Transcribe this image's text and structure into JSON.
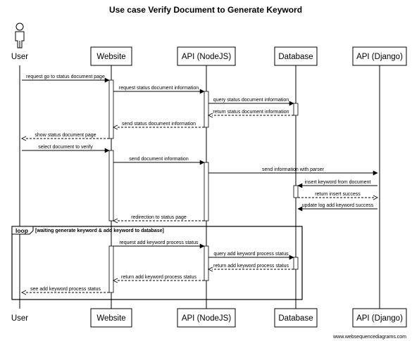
{
  "title": "Use case Verify Document to Generate Keyword",
  "watermark": "www.websequencediagrams.com",
  "participants": [
    {
      "id": "user",
      "label": "User",
      "kind": "actor"
    },
    {
      "id": "website",
      "label": "Website",
      "kind": "box"
    },
    {
      "id": "api_node",
      "label": "API (NodeJS)",
      "kind": "box"
    },
    {
      "id": "database",
      "label": "Database",
      "kind": "box"
    },
    {
      "id": "api_django",
      "label": "API (Django)",
      "kind": "box"
    }
  ],
  "messages": [
    {
      "from": "user",
      "to": "website",
      "label": "request go to status document page",
      "style": "solid"
    },
    {
      "from": "website",
      "to": "api_node",
      "label": "request status document information",
      "style": "solid"
    },
    {
      "from": "api_node",
      "to": "database",
      "label": "query status document information",
      "style": "solid"
    },
    {
      "from": "database",
      "to": "api_node",
      "label": "return status document information",
      "style": "dashed"
    },
    {
      "from": "api_node",
      "to": "website",
      "label": "send status document information",
      "style": "dashed"
    },
    {
      "from": "website",
      "to": "user",
      "label": "show status document page",
      "style": "dashed"
    },
    {
      "from": "user",
      "to": "website",
      "label": "select document to verify",
      "style": "solid"
    },
    {
      "from": "website",
      "to": "api_node",
      "label": "send document information",
      "style": "solid"
    },
    {
      "from": "api_node",
      "to": "api_django",
      "label": "send information with parser",
      "style": "solid"
    },
    {
      "from": "api_django",
      "to": "database",
      "label": "insert keyword from document",
      "style": "solid"
    },
    {
      "from": "database",
      "to": "api_django",
      "label": "return insert success",
      "style": "dashed"
    },
    {
      "from": "api_django",
      "to": "database",
      "label": "update log add keyword success",
      "style": "solid"
    },
    {
      "from": "api_node",
      "to": "website",
      "label": "redirection to status page",
      "style": "dashed"
    },
    {
      "from": "website",
      "to": "api_node",
      "label": "request add keyword process status",
      "style": "solid"
    },
    {
      "from": "api_node",
      "to": "database",
      "label": "query add keyword process status",
      "style": "solid"
    },
    {
      "from": "database",
      "to": "api_node",
      "label": "return add keyword process status",
      "style": "dashed"
    },
    {
      "from": "api_node",
      "to": "website",
      "label": "return add keyword process status",
      "style": "dashed"
    },
    {
      "from": "website",
      "to": "user",
      "label": "see add keyword process status",
      "style": "dashed"
    }
  ],
  "loop": {
    "tag": "loop",
    "condition": "[waiting generate keyword & add keyword to database]"
  }
}
